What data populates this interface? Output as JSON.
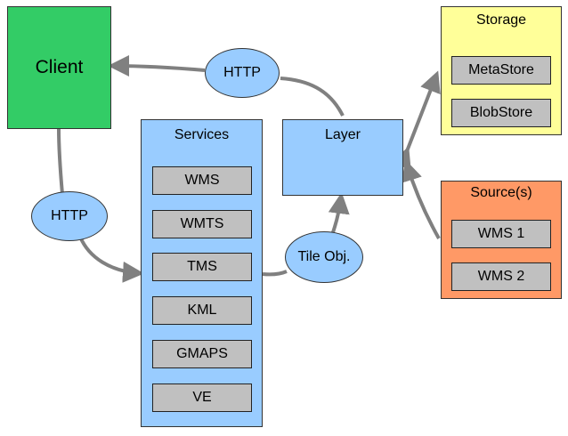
{
  "client": {
    "label": "Client"
  },
  "services": {
    "title": "Services",
    "items": [
      "WMS",
      "WMTS",
      "TMS",
      "KML",
      "GMAPS",
      "VE"
    ]
  },
  "layer": {
    "title": "Layer"
  },
  "storage": {
    "title": "Storage",
    "items": [
      "MetaStore",
      "BlobStore"
    ]
  },
  "sources": {
    "title": "Source(s)",
    "items": [
      "WMS 1",
      "WMS 2"
    ]
  },
  "connectors": {
    "http_top": "HTTP",
    "http_left": "HTTP",
    "tile_obj": "Tile Obj."
  },
  "colors": {
    "client": "#33cc66",
    "services": "#99ccff",
    "layer": "#99ccff",
    "storage": "#ffff99",
    "sources": "#ff9966",
    "item": "#c0c0c0",
    "ellipse": "#99ccff",
    "edge": "#808080"
  }
}
